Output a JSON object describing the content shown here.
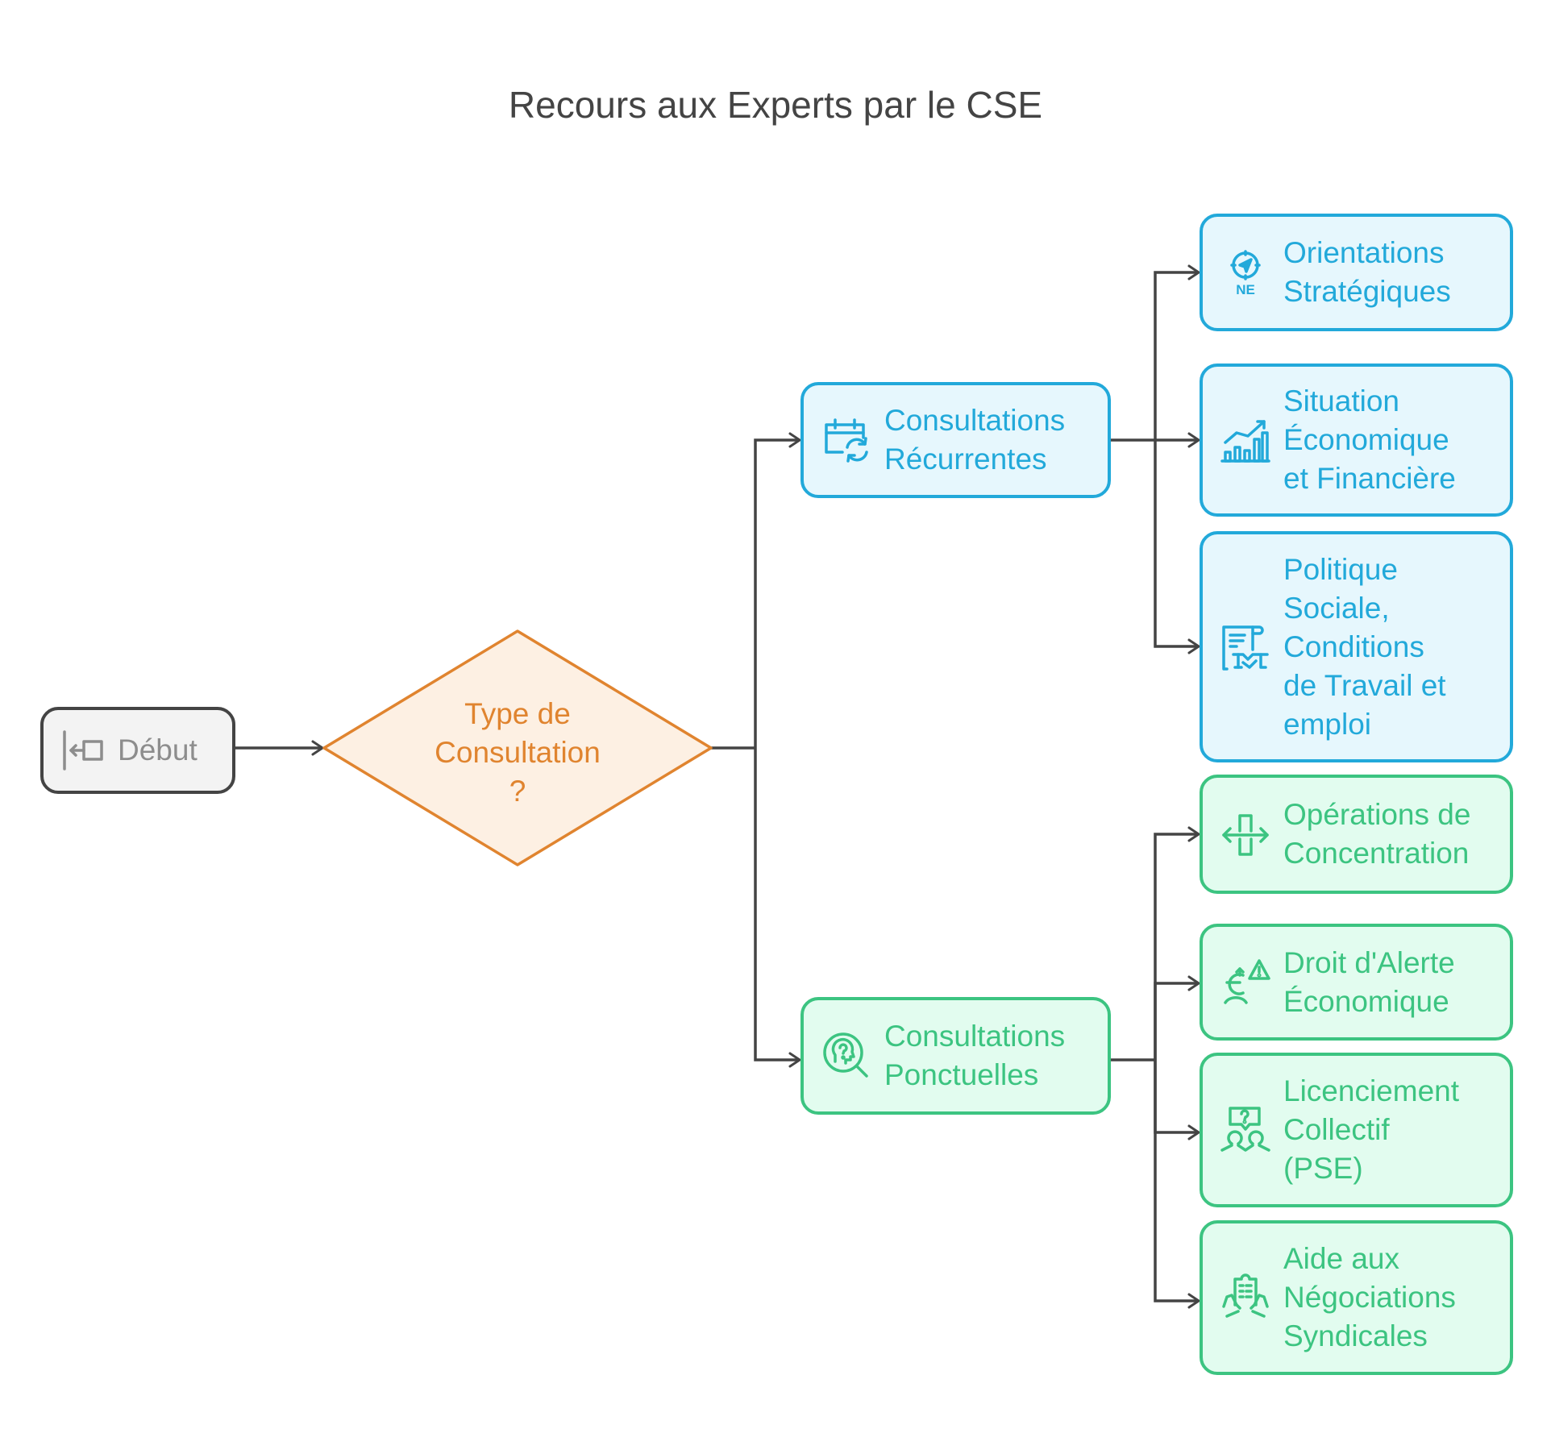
{
  "title": "Recours aux Experts par le CSE",
  "colors": {
    "title": "#444444",
    "connector": "#444444",
    "start_fill": "#f3f3f3",
    "start_text": "#8d8d8d",
    "decision_fill": "#fdf0e3",
    "decision_stroke": "#e0842f",
    "blue_fill": "#e6f7fd",
    "blue_stroke": "#22a9da",
    "green_fill": "#e2fcef",
    "green_stroke": "#3cc481"
  },
  "start": {
    "label": "Début",
    "icon": "start-arrow-icon"
  },
  "decision": {
    "lines": [
      "Type de",
      "Consultation",
      "?"
    ]
  },
  "branches": [
    {
      "label_lines": [
        "Consultations",
        "Récurrentes"
      ],
      "icon": "calendar-refresh-icon",
      "color": "blue",
      "children": [
        {
          "label_lines": [
            "Orientations",
            "Stratégiques"
          ],
          "icon": "compass-ne-icon"
        },
        {
          "label_lines": [
            "Situation",
            "Économique",
            "et Financière"
          ],
          "icon": "growth-chart-icon"
        },
        {
          "label_lines": [
            "Politique",
            "Sociale,",
            "Conditions",
            "de Travail et",
            "emploi"
          ],
          "icon": "contract-handshake-icon"
        }
      ]
    },
    {
      "label_lines": [
        "Consultations",
        "Ponctuelles"
      ],
      "icon": "head-question-search-icon",
      "color": "green",
      "children": [
        {
          "label_lines": [
            "Opérations de",
            "Concentration"
          ],
          "icon": "merge-arrows-icon"
        },
        {
          "label_lines": [
            "Droit d'Alerte",
            "Économique"
          ],
          "icon": "euro-alert-icon"
        },
        {
          "label_lines": [
            "Licenciement",
            "Collectif",
            "(PSE)"
          ],
          "icon": "people-question-icon"
        },
        {
          "label_lines": [
            "Aide aux",
            "Négociations",
            "Syndicales"
          ],
          "icon": "hands-document-icon"
        }
      ]
    }
  ]
}
